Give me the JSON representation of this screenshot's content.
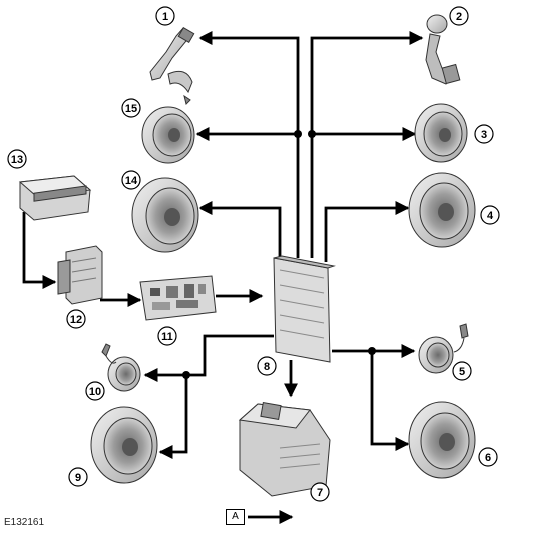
{
  "figure_id": "E132161",
  "legend_label": "A",
  "callouts": [
    "1",
    "2",
    "3",
    "4",
    "5",
    "6",
    "7",
    "8",
    "9",
    "10",
    "11",
    "12",
    "13",
    "14",
    "15"
  ]
}
